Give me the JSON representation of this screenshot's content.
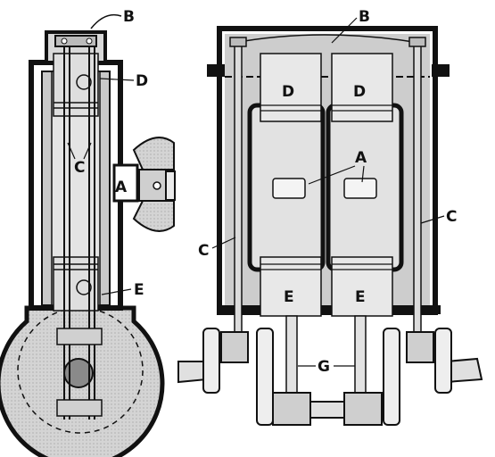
{
  "figure": {
    "left_view": {
      "labels": {
        "B": "B",
        "D": "D",
        "C": "C",
        "A": "A",
        "E": "E"
      }
    },
    "right_view": {
      "labels": {
        "B": "B",
        "D_left": "D",
        "D_right": "D",
        "A": "A",
        "C_left": "C",
        "C_right": "C",
        "E_left": "E",
        "E_right": "E",
        "G": "G"
      }
    },
    "colors": {
      "ink": "#111111",
      "fill_gray": "#cfcfcf",
      "fill_light": "#e6e6e6",
      "background": "#ffffff"
    }
  }
}
